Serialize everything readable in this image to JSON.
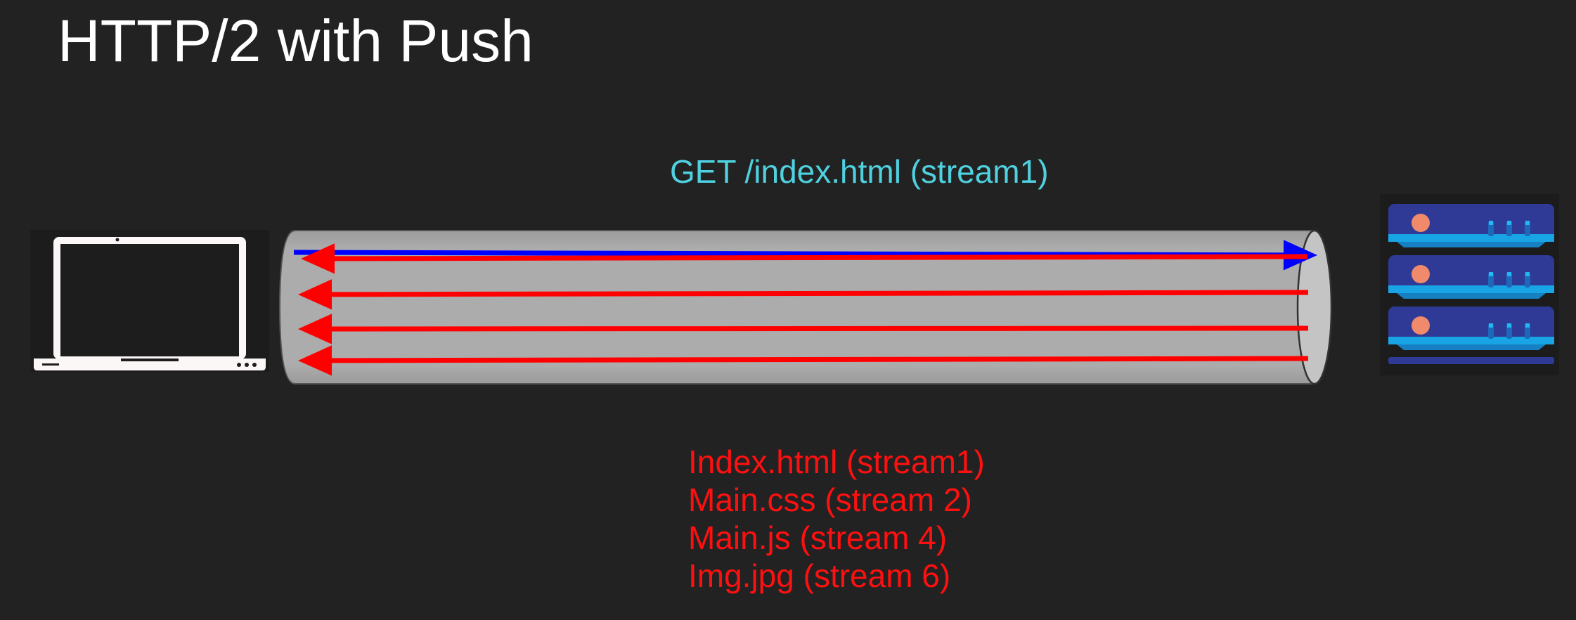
{
  "title": "HTTP/2 with Push",
  "request": {
    "label": "GET /index.html (stream1)",
    "color": "#0000ff"
  },
  "responses": [
    "Index.html (stream1)",
    "Main.css (stream 2)",
    "Main.js (stream 4)",
    "Img.jpg (stream 6)"
  ],
  "colors": {
    "background": "#222222",
    "pipe": "#aaaaaa",
    "request_label": "#4fd1e0",
    "response": "#ff0000",
    "server": "#2e3a96",
    "server_accent": "#19a4e6",
    "server_led": "#f08a6a"
  },
  "icons": {
    "client": "laptop-icon",
    "server": "server-rack-icon"
  }
}
